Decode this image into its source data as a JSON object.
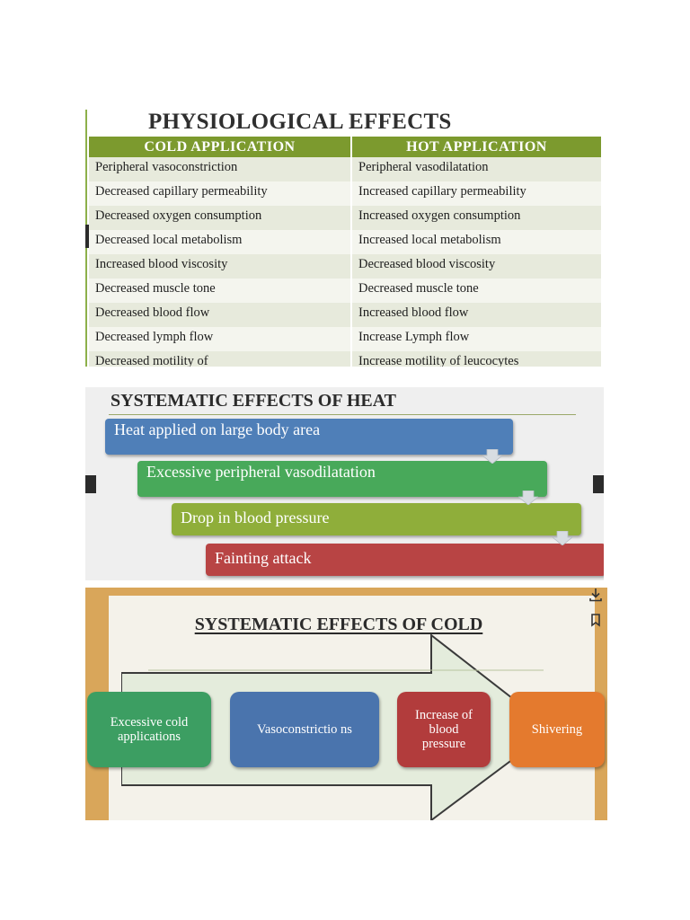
{
  "slide1": {
    "title": "PHYSIOLOGICAL EFFECTS",
    "headers": [
      "COLD  APPLICATION",
      "HOT APPLICATION"
    ],
    "rows": [
      [
        "Peripheral vasoconstriction",
        "Peripheral vasodilatation"
      ],
      [
        "Decreased capillary permeability",
        "Increased capillary permeability"
      ],
      [
        "Decreased oxygen consumption",
        "Increased oxygen consumption"
      ],
      [
        "Decreased local metabolism",
        "Increased local metabolism"
      ],
      [
        "Increased blood viscosity",
        "Decreased blood viscosity"
      ],
      [
        "Decreased muscle tone",
        "Decreased muscle tone"
      ],
      [
        "Decreased blood flow",
        "Increased blood flow"
      ],
      [
        "Decreased lymph flow",
        "Increase Lymph flow"
      ],
      [
        "Decreased motility of leucocytes",
        "Increase motility of leucocytes"
      ]
    ]
  },
  "slide2": {
    "title": "SYSTEMATIC EFFECTS OF HEAT",
    "steps": [
      "Heat applied on large body area",
      "Excessive peripheral vasodilatation",
      "Drop in blood pressure",
      "Fainting attack"
    ]
  },
  "slide3": {
    "title": "SYSTEMATIC EFFECTS OF COLD",
    "boxes": [
      "Excessive cold applications",
      "Vasoconstrictio ns",
      "Increase of blood pressure",
      "Shivering"
    ]
  },
  "colors": {
    "table_header": "#7c9a2e",
    "heat_step1": "#4f7fb8",
    "heat_step2": "#48a95a",
    "heat_step3": "#8fae3a",
    "heat_step4": "#b84444",
    "cold_box1": "#3c9e62",
    "cold_box2": "#4a74ad",
    "cold_box3": "#b23c3c",
    "cold_box4": "#e47a2e"
  },
  "icons": [
    "download-icon",
    "bookmark-icon"
  ]
}
